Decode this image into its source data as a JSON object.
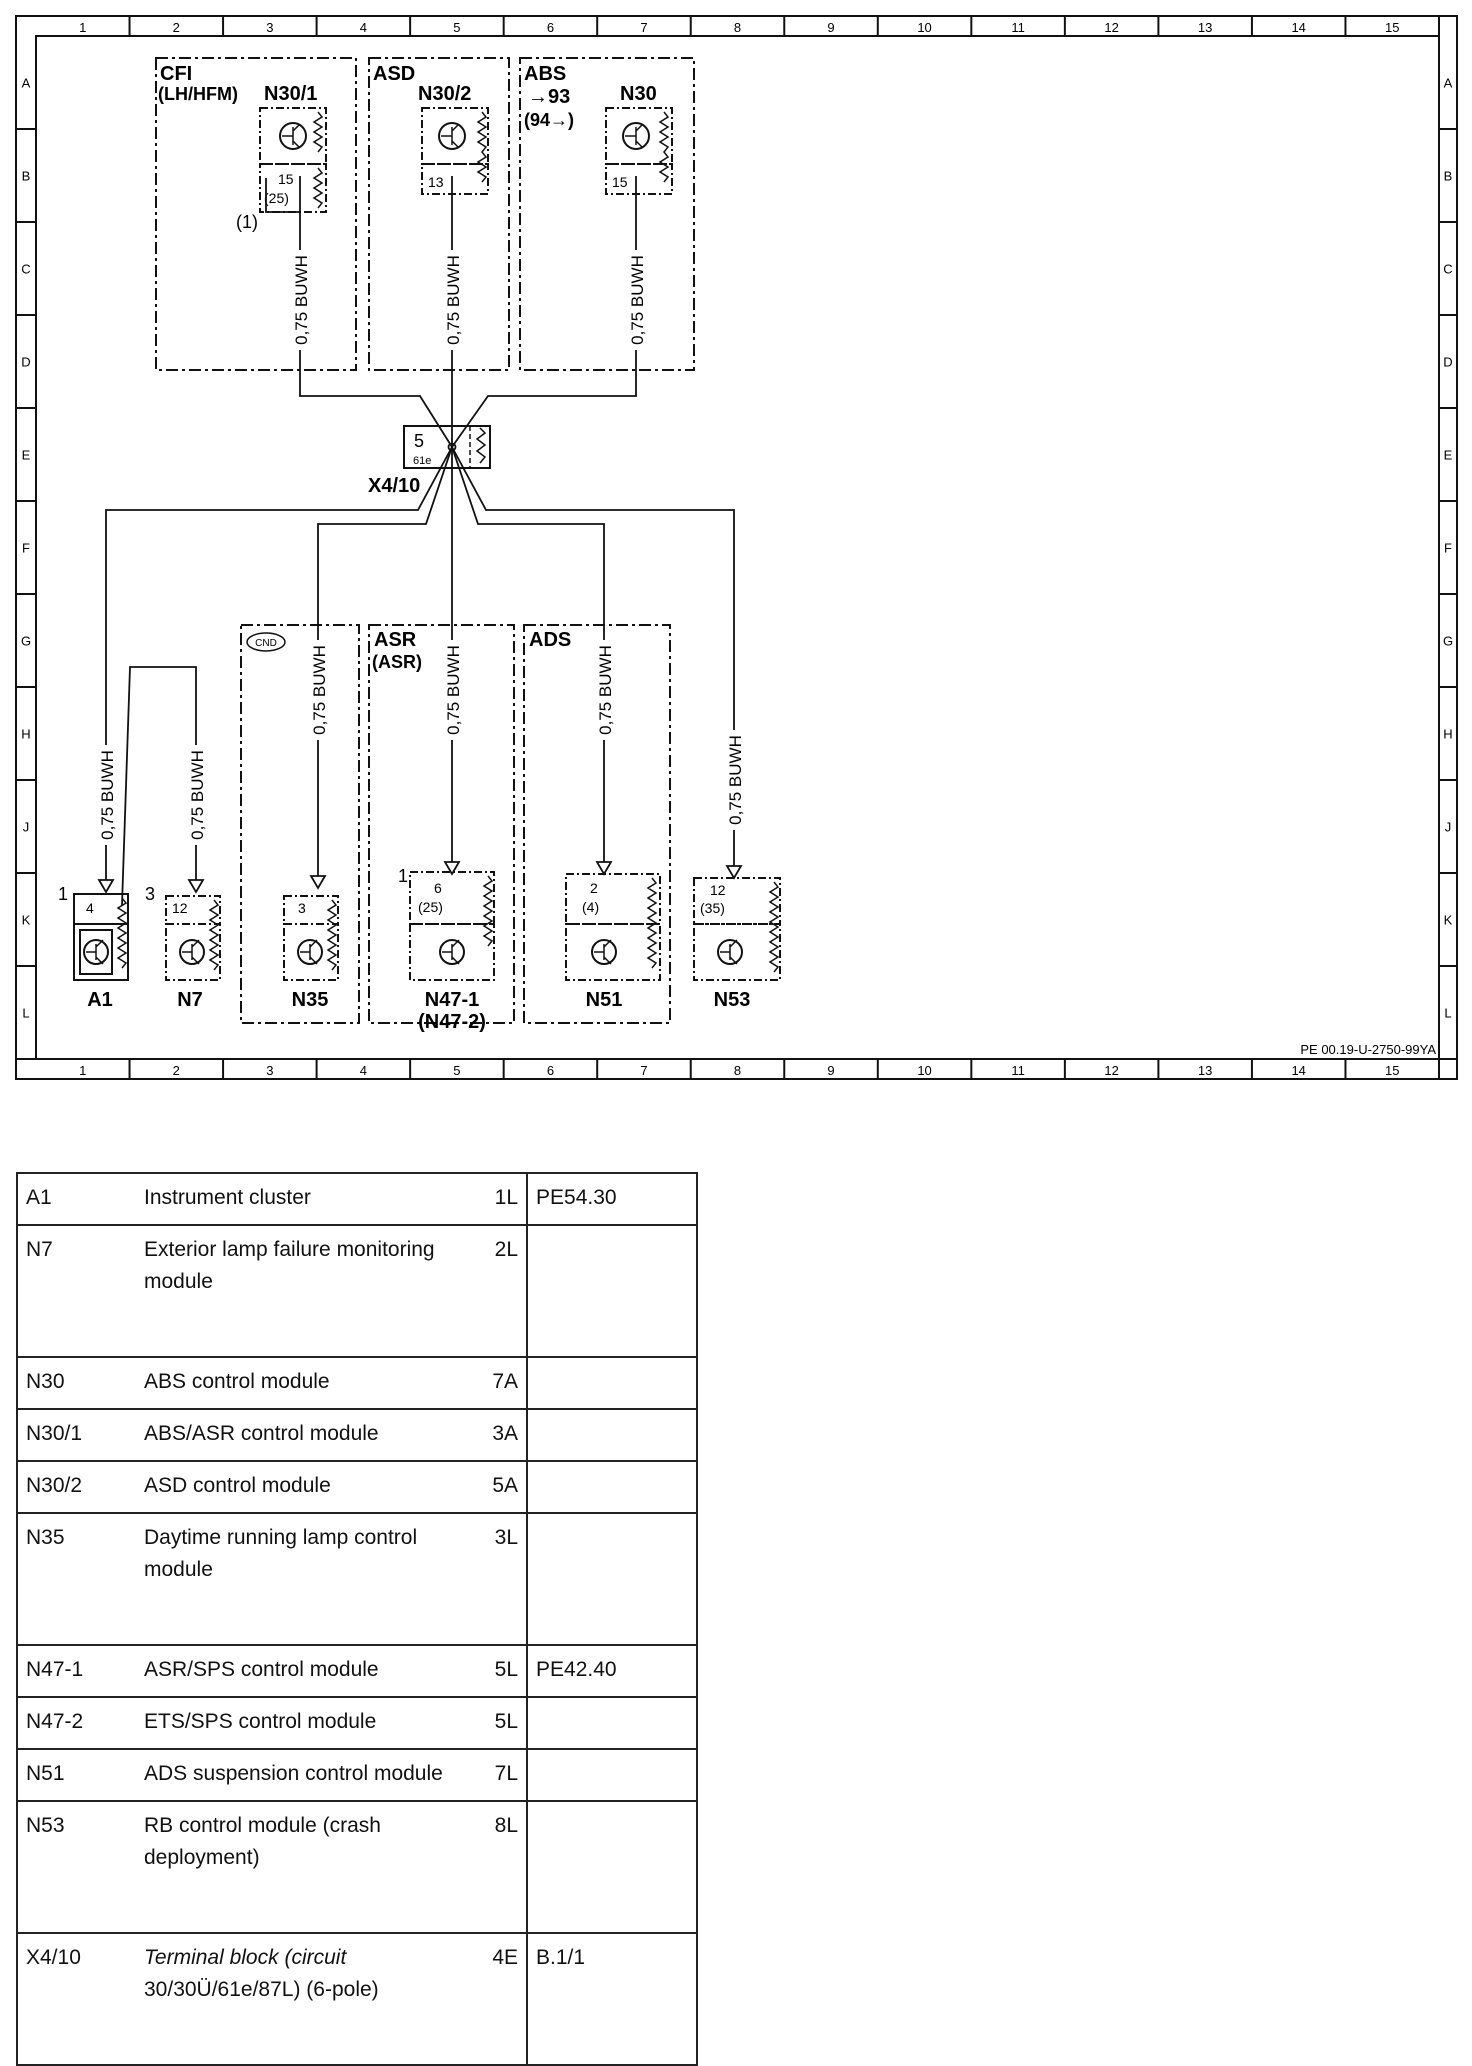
{
  "grid": {
    "columns": [
      "1",
      "2",
      "3",
      "4",
      "5",
      "6",
      "7",
      "8",
      "9",
      "10",
      "11",
      "12",
      "13",
      "14",
      "15"
    ],
    "rows": [
      "A",
      "B",
      "C",
      "D",
      "E",
      "F",
      "G",
      "H",
      "J",
      "K",
      "L"
    ]
  },
  "groups": {
    "cfi": {
      "line1": "CFI",
      "line2": "(LH/HFM)"
    },
    "asd": {
      "line1": "ASD"
    },
    "abs": {
      "line1": "ABS",
      "line2": "→93",
      "line3": "(94→)"
    },
    "cnd": {
      "line1": "CND"
    },
    "asr": {
      "line1": "ASR",
      "line2": "(ASR)"
    },
    "ads": {
      "line1": "ADS"
    }
  },
  "components": {
    "n30_1": {
      "label": "N30/1",
      "pin": "15",
      "pin_alt": "(25)",
      "note": "(1)"
    },
    "n30_2": {
      "label": "N30/2",
      "pin": "13"
    },
    "n30": {
      "label": "N30",
      "pin": "15"
    },
    "x4_10": {
      "label": "X4/10",
      "pin": "5",
      "term": "61e"
    },
    "a1": {
      "label": "A1",
      "pin": "4",
      "side_num": "1"
    },
    "n7": {
      "label": "N7",
      "pin": "12",
      "side_num": "3"
    },
    "n35": {
      "label": "N35",
      "pin": "3"
    },
    "n47": {
      "label": "N47-1",
      "label_alt": "(N47-2)",
      "pin": "6",
      "pin_alt": "(25)",
      "side_num": "1"
    },
    "n51": {
      "label": "N51",
      "pin": "2",
      "pin_alt": "(4)"
    },
    "n53": {
      "label": "N53",
      "pin": "12",
      "pin_alt": "(35)"
    }
  },
  "wires": {
    "label": "0,75 BUWH"
  },
  "footer": {
    "ref": "PE 00.19-U-2750-99YA"
  },
  "legend": {
    "rows": [
      {
        "code": "A1",
        "desc": "Instrument cluster",
        "loc": "1L",
        "ref": "PE54.30"
      },
      {
        "code": "N7",
        "desc": "Exterior lamp failure monitoring module",
        "loc": "2L",
        "ref": ""
      },
      {
        "code": "N30",
        "desc": "ABS control module",
        "loc": "7A",
        "ref": ""
      },
      {
        "code": "N30/1",
        "desc": "ABS/ASR control module",
        "loc": "3A",
        "ref": ""
      },
      {
        "code": "N30/2",
        "desc": "ASD control module",
        "loc": "5A",
        "ref": ""
      },
      {
        "code": "N35",
        "desc": "Daytime running lamp control module",
        "loc": "3L",
        "ref": ""
      },
      {
        "code": "N47-1",
        "desc": "ASR/SPS control module",
        "loc": "5L",
        "ref": "PE42.40"
      },
      {
        "code": "N47-2",
        "desc": "ETS/SPS control module",
        "loc": "5L",
        "ref": ""
      },
      {
        "code": "N51",
        "desc": "ADS suspension control module",
        "loc": "7L",
        "ref": ""
      },
      {
        "code": "N53",
        "desc": "RB control module (crash deployment)",
        "loc": "8L",
        "ref": ""
      },
      {
        "code": "X4/10",
        "desc_italic": "Terminal block (circuit",
        "desc": "30/30Ü/61e/87L) (6-pole)",
        "loc": "4E",
        "ref": "B.1/1"
      }
    ]
  }
}
